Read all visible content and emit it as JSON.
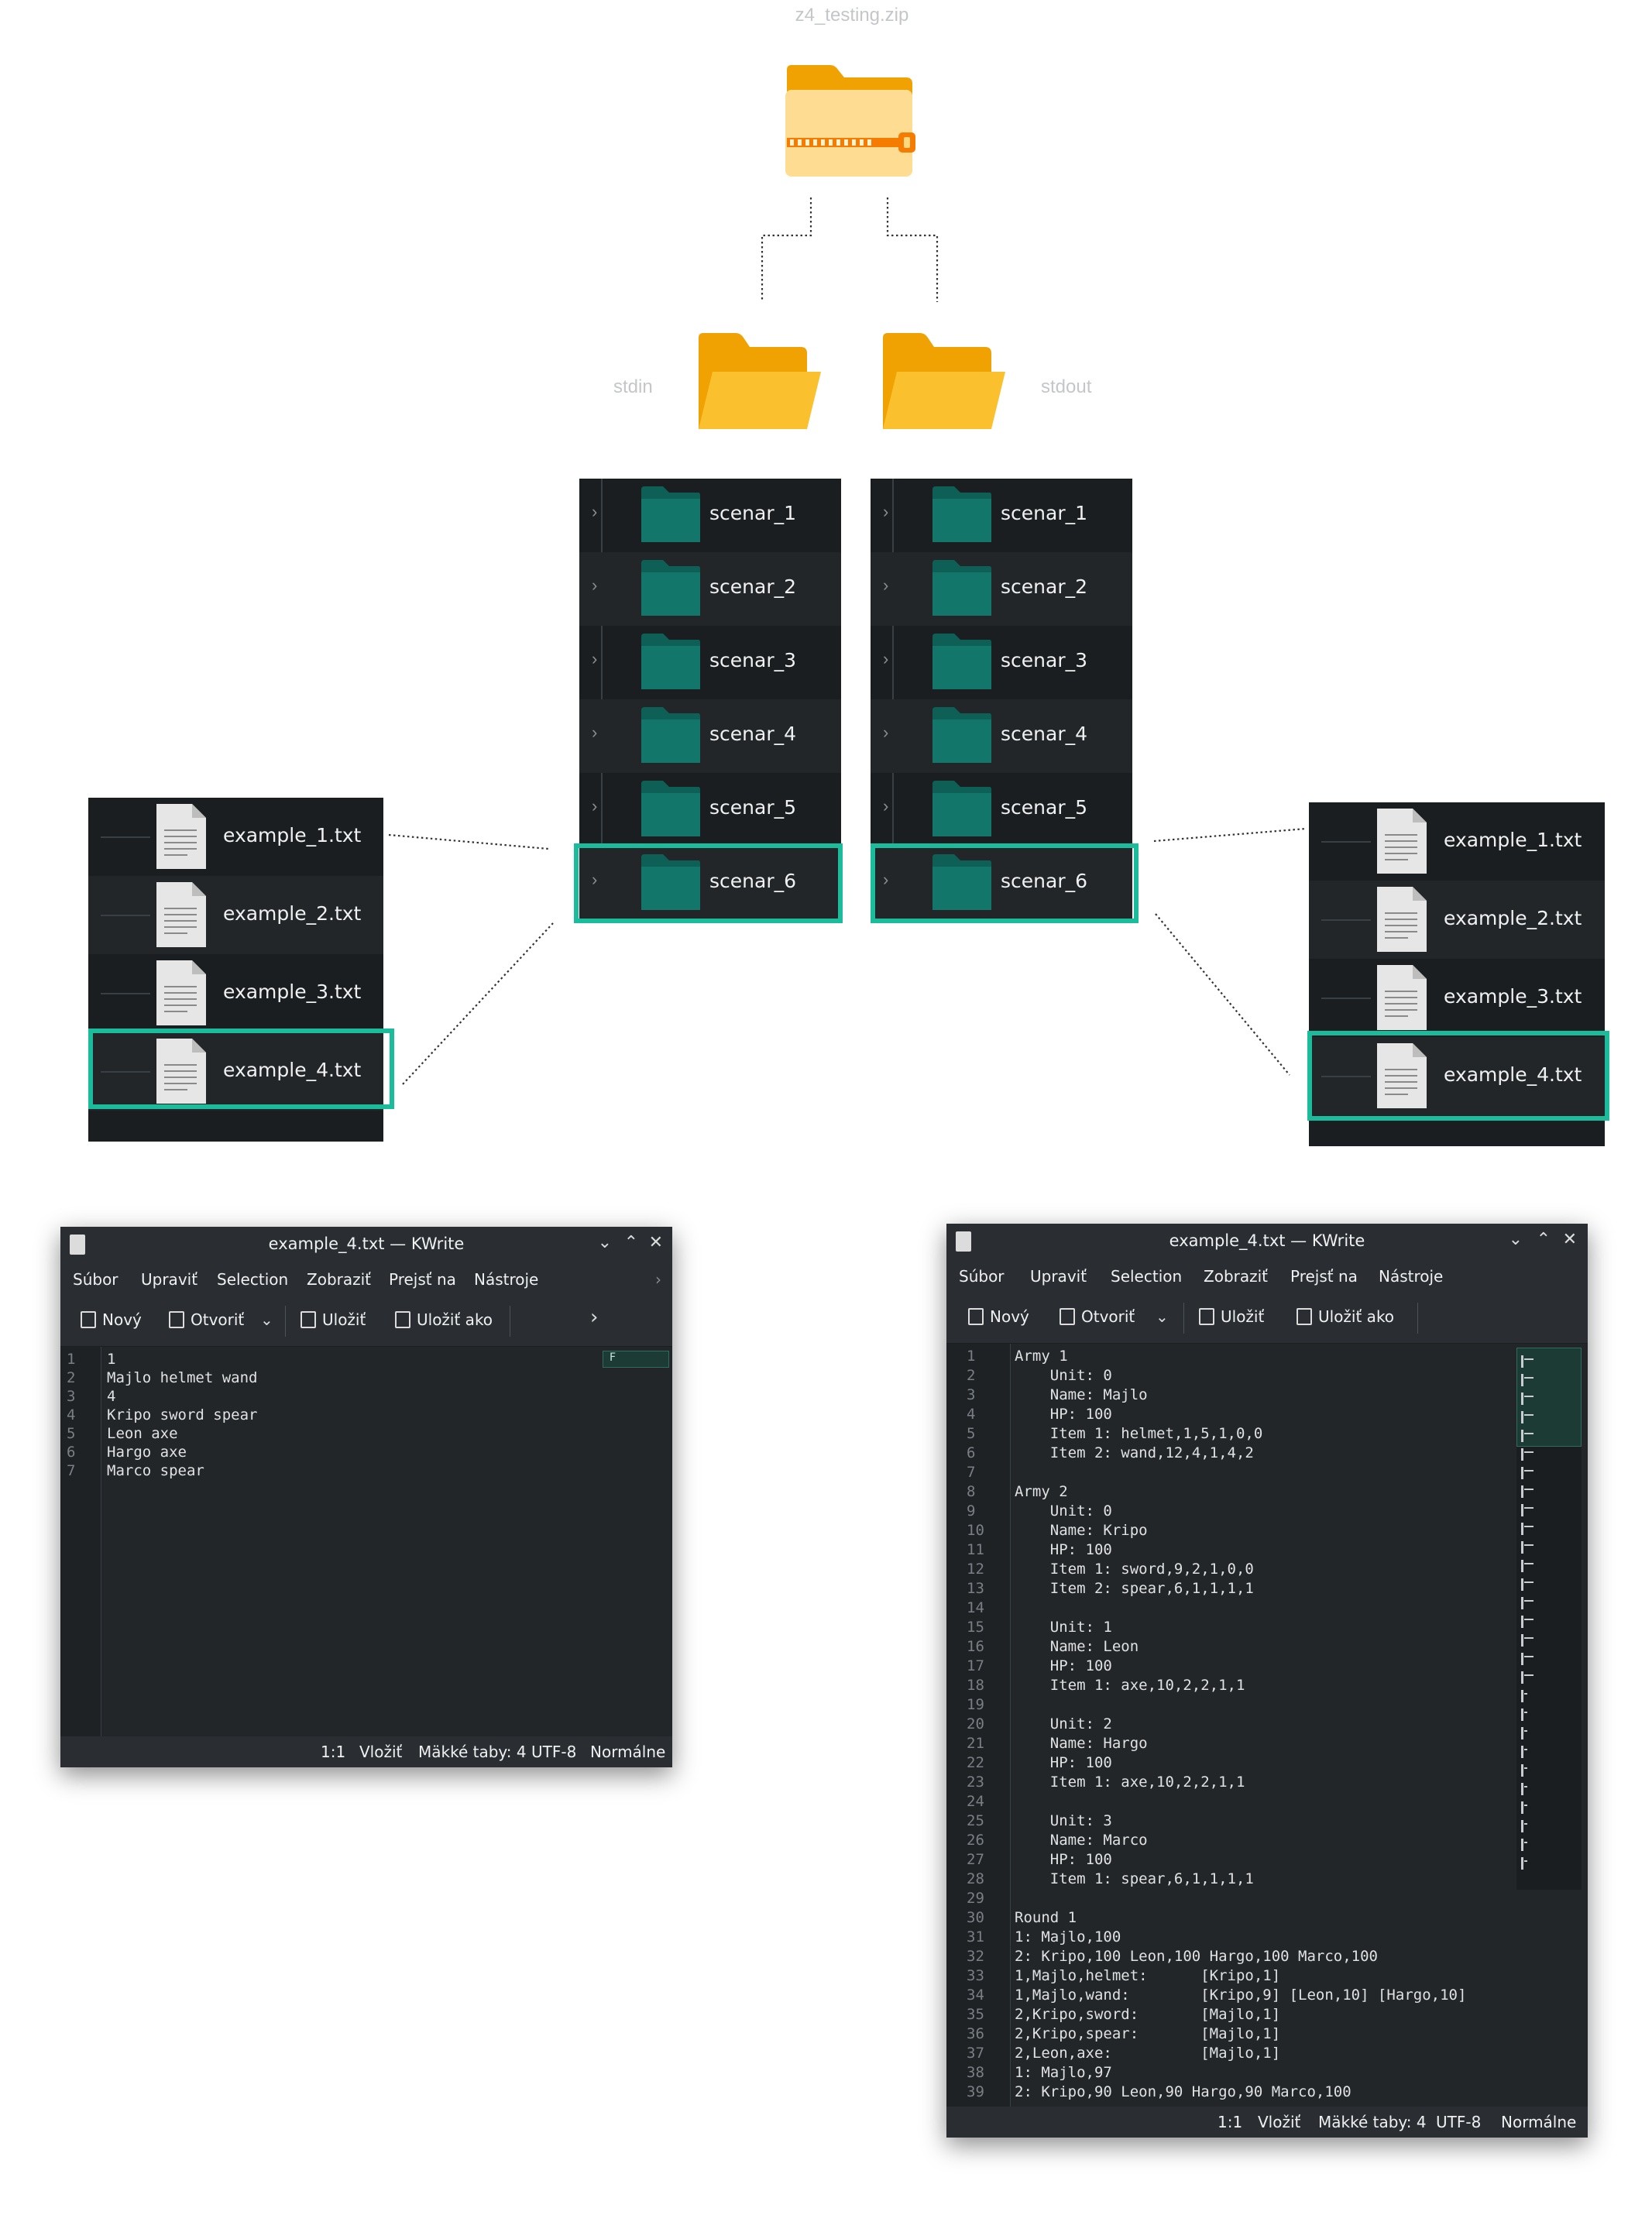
{
  "zip_label": "z4_testing.zip",
  "stdin_label": "stdin",
  "stdout_label": "stdout",
  "scenarios": [
    "scenar_1",
    "scenar_2",
    "scenar_3",
    "scenar_4",
    "scenar_5",
    "scenar_6"
  ],
  "examples": [
    "example_1.txt",
    "example_2.txt",
    "example_3.txt",
    "example_4.txt"
  ],
  "left_editor": {
    "title": "example_4.txt — KWrite",
    "menu": [
      "Súbor",
      "Upraviť",
      "Selection",
      "Zobraziť",
      "Prejsť na",
      "Nástroje"
    ],
    "toolbar": [
      "Nový",
      "Otvoriť",
      "Uložiť",
      "Uložiť ako"
    ],
    "minimap_marker": "F",
    "lines": [
      "1",
      "Majlo helmet wand",
      "4",
      "Kripo sword spear",
      "Leon axe",
      "Hargo axe",
      "Marco spear"
    ],
    "status": [
      "1:1",
      "Vložiť",
      "Mäkké taby: 4",
      "UTF-8",
      "Normálne"
    ]
  },
  "right_editor": {
    "title": "example_4.txt — KWrite",
    "menu": [
      "Súbor",
      "Upraviť",
      "Selection",
      "Zobraziť",
      "Prejsť na",
      "Nástroje"
    ],
    "toolbar": [
      "Nový",
      "Otvoriť",
      "Uložiť",
      "Uložiť ako"
    ],
    "lines": [
      "Army 1",
      "    Unit: 0",
      "    Name: Majlo",
      "    HP: 100",
      "    Item 1: helmet,1,5,1,0,0",
      "    Item 2: wand,12,4,1,4,2",
      "",
      "Army 2",
      "    Unit: 0",
      "    Name: Kripo",
      "    HP: 100",
      "    Item 1: sword,9,2,1,0,0",
      "    Item 2: spear,6,1,1,1,1",
      "",
      "    Unit: 1",
      "    Name: Leon",
      "    HP: 100",
      "    Item 1: axe,10,2,2,1,1",
      "",
      "    Unit: 2",
      "    Name: Hargo",
      "    HP: 100",
      "    Item 1: axe,10,2,2,1,1",
      "",
      "    Unit: 3",
      "    Name: Marco",
      "    HP: 100",
      "    Item 1: spear,6,1,1,1,1",
      "",
      "Round 1",
      "1: Majlo,100",
      "2: Kripo,100 Leon,100 Hargo,100 Marco,100",
      "1,Majlo,helmet:      [Kripo,1]",
      "1,Majlo,wand:        [Kripo,9] [Leon,10] [Hargo,10]",
      "2,Kripo,sword:       [Majlo,1]",
      "2,Kripo,spear:       [Majlo,1]",
      "2,Leon,axe:          [Majlo,1]",
      "1: Majlo,97",
      "2: Kripo,90 Leon,90 Hargo,90 Marco,100"
    ],
    "status": [
      "1:1",
      "Vložiť",
      "Mäkké taby: 4",
      "UTF-8",
      "Normálne"
    ]
  },
  "colors": {
    "highlight": "#1abc9c",
    "folder_teal": "#12766a",
    "folder_yellow": "#fbc02d",
    "folder_yellow_back": "#f0a202",
    "zipper_orange": "#f57c00",
    "tree_bg": "#1b1e20",
    "tree_bg_alt": "#232629",
    "editor_bg": "#232629"
  }
}
